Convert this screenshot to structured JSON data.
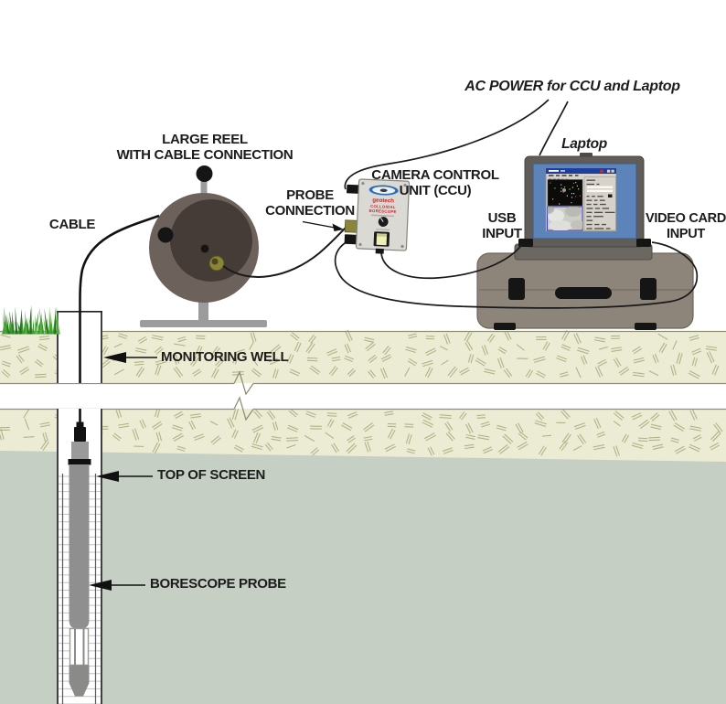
{
  "diagram": {
    "labels": {
      "ac_power": "AC POWER for CCU and Laptop",
      "laptop": "Laptop",
      "camera_control_line1": "CAMERA CONTROL",
      "camera_control_line2": "UNIT (CCU)",
      "probe_connection_line1": "PROBE",
      "probe_connection_line2": "CONNECTION",
      "usb_input_line1": "USB",
      "usb_input_line2": "INPUT",
      "video_card_line1": "VIDEO CARD",
      "video_card_line2": "INPUT",
      "cable": "CABLE",
      "large_reel_line1": "LARGE REEL",
      "large_reel_line2": "WITH CABLE CONNECTION",
      "monitoring_well": "MONITORING WELL",
      "top_of_screen": "TOP OF SCREEN",
      "borescope_probe": "BORESCOPE PROBE"
    },
    "ccu_device": {
      "brand": "geotech",
      "model_line1": "COLLOIDAL",
      "model_line2": "BORESCOPE"
    },
    "colors": {
      "soil": "#ececd4",
      "soil_hatch": "#b2b289",
      "subsoil": "#c5cfc3",
      "grass": "#3f9a33",
      "reel_body": "#6d625b",
      "reel_hub": "#453b37",
      "equipment_case": "#8e857a",
      "laptop_screen": "#5d84ba",
      "brand_red": "#cc2229",
      "connector_olive": "#8a8538",
      "label_text": "#1c1c1c"
    }
  }
}
